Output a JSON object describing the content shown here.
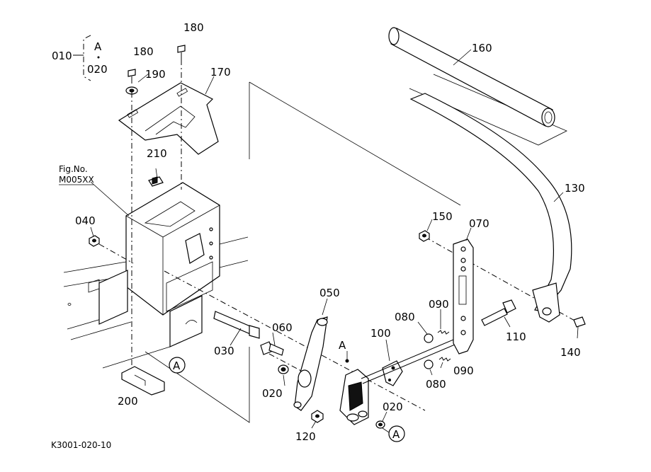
{
  "group": {
    "first": "010",
    "view": "A",
    "second": "020"
  },
  "fig": {
    "label": "Fig.No.",
    "number": "M005XX"
  },
  "drawing_code": "K3001-020-10",
  "callout": "A",
  "labels": {
    "p010": "010",
    "p020a": "020",
    "p020b": "020",
    "p030": "030",
    "p040": "040",
    "p050": "050",
    "p060": "060",
    "p070": "070",
    "p080a": "080",
    "p080b": "080",
    "p090a": "090",
    "p090b": "090",
    "p100": "100",
    "p110": "110",
    "p120": "120",
    "p130": "130",
    "p140": "140",
    "p150": "150",
    "p160": "160",
    "p170": "170",
    "p180a": "180",
    "p180b": "180",
    "p190": "190",
    "p200": "200",
    "p210": "210"
  }
}
